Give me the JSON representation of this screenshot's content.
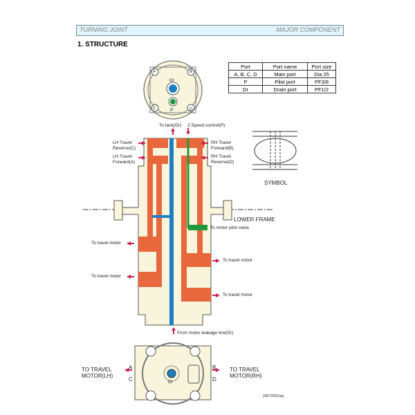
{
  "header": {
    "left": "TURNING JOINT",
    "right": "MAJOR COMPONENT"
  },
  "title": "1. STRUCTURE",
  "port_table": {
    "headers": [
      "Port",
      "Port name",
      "Port size"
    ],
    "rows": [
      [
        "A, B, C, D",
        "Main port",
        "Dia 25"
      ],
      [
        "P",
        "Pilot port",
        "PF3/8"
      ],
      [
        "Dr",
        "Drain port",
        "PF1/2"
      ]
    ]
  },
  "top_view": {
    "labels": [
      "A",
      "B",
      "C",
      "D",
      "Dr",
      "P"
    ]
  },
  "diagram": {
    "to_tank": "To tank(Dr)",
    "speed_control": "2 Speed control(P)",
    "lh_reverse": "LH Travel\nReverse(C)",
    "lh_forward": "LH Travel\nForward(A)",
    "rh_forward": "RH Travel\nForward(B)",
    "rh_reverse": "RH Travel\nReverse(D)",
    "lower_frame": "LOWER FRAME",
    "pilot_valve": "To motor pilot valve",
    "to_travel_motor": "To travel motor",
    "leakage": "From motor leakage line(Dr)",
    "symbol": "SYMBOL"
  },
  "bottom_view": {
    "lh": "TO TRAVEL\nMOTOR(LH)",
    "rh": "TO TRAVEL\nMOTOR(RH)",
    "labels": [
      "A",
      "C",
      "B",
      "D",
      "Dr"
    ]
  },
  "figure_id": "290729J01sg",
  "colors": {
    "orange": "#e8673c",
    "blue": "#1b7fc4",
    "green": "#1e9a3a",
    "body": "#f8f5dc",
    "arrow": "#c8254a"
  }
}
